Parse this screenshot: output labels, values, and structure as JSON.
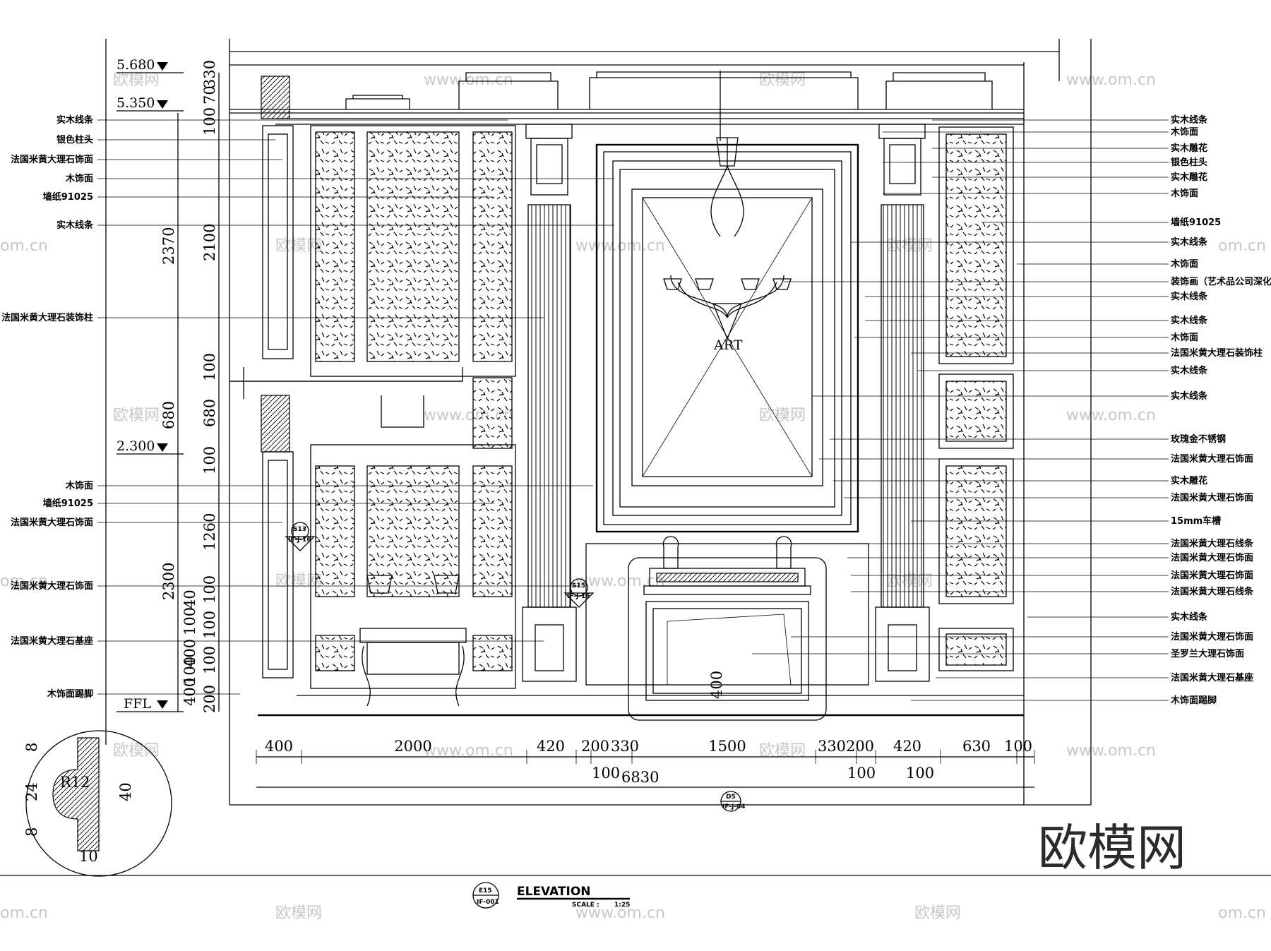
{
  "levels": {
    "top": "5.680",
    "mid": "5.350",
    "ceiling": "2.300",
    "floor": "FFL"
  },
  "vertical_dims": {
    "outer_upper": [
      "2370",
      "680",
      "2300"
    ],
    "inner_upper": [
      "330",
      "70",
      "100",
      "2100",
      "100",
      "680",
      "100",
      "1260"
    ],
    "inner_lower": [
      "100",
      "100",
      "100",
      "200"
    ],
    "small": [
      "40",
      "100",
      "400",
      "100",
      "400"
    ],
    "center": "400"
  },
  "bottom_dims": {
    "row1": [
      "400",
      "2000",
      "420",
      "200",
      "330",
      "1500",
      "330",
      "200",
      "420",
      "630",
      "100"
    ],
    "row2": [
      "100",
      "100",
      "100"
    ],
    "total": "6830"
  },
  "left_labels": [
    "实木线条",
    "银色柱头",
    "法国米黄大理石饰面",
    "木饰面",
    "墙纸91025",
    "实木线条",
    "法国米黄大理石装饰柱",
    "木饰面",
    "墙纸91025",
    "法国米黄大理石饰面",
    "法国米黄大理石饰面",
    "法国米黄大理石基座",
    "木饰面踢脚"
  ],
  "right_labels": [
    "实木线条",
    "木饰面",
    "实木雕花",
    "银色柱头",
    "实木雕花",
    "木饰面",
    "墙纸91025",
    "实木线条",
    "木饰面",
    "装饰画（艺术品公司深化）",
    "实木线条",
    "实木线条",
    "木饰面",
    "法国米黄大理石装饰柱",
    "实木线条",
    "实木线条",
    "玫瑰金不锈钢",
    "法国米黄大理石饰面",
    "实木雕花",
    "法国米黄大理石饰面",
    "15mm车槽",
    "法国米黄大理石线条",
    "法国米黄大理石饰面",
    "法国米黄大理石饰面",
    "法国米黄大理石线条",
    "实木线条",
    "法国米黄大理石饰面",
    "圣罗兰大理石饰面",
    "法国米黄大理石基座",
    "木饰面踢脚"
  ],
  "tags": {
    "left_section": [
      "S13",
      "IF-J-16"
    ],
    "center_section": [
      "S15",
      "IF-J-16"
    ],
    "bottom_section": [
      "D5",
      "IF-J-04"
    ]
  },
  "detail": {
    "radius": "R12",
    "dims": [
      "8",
      "24",
      "8",
      "40",
      "10"
    ]
  },
  "art_text": "ART",
  "title_block": {
    "drawing_no": "E15",
    "sheet": "IF-001",
    "title": "ELEVATION",
    "scale_label": "SCALE :",
    "scale_value": "1:25"
  },
  "watermarks": {
    "site": "www.om.cn",
    "site_short": "om.cn",
    "brand": "欧模网"
  },
  "logo_text": "欧模网"
}
